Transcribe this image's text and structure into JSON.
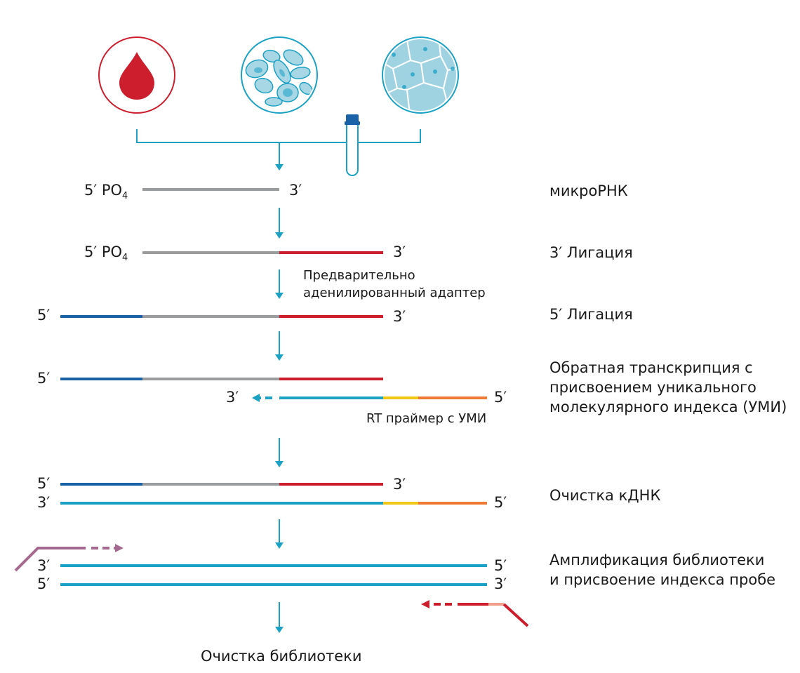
{
  "colors": {
    "mirna": "#9a9c9e",
    "adapter3": "#cc1e2d",
    "adapter5": "#1a62a8",
    "cdna": "#1aa1c4",
    "umi": "#f2c614",
    "rt_primer_end": "#ef7a33",
    "index_primer_fwd": "#a5688f",
    "index_primer_rev": "#cc1e2d",
    "index_primer_rev_tail": "#f0a08a",
    "arrow": "#1aa1c4",
    "sample_blood": "#cc1e2d",
    "sample_cells": "#1aa1c4",
    "text": "#1a1a1a"
  },
  "icons": {
    "sample_1": "blood-drop-icon",
    "sample_2": "blood-cells-icon",
    "sample_3": "tissue-cells-icon",
    "tube": "test-tube-icon"
  },
  "steps": {
    "mirna": "микроРНК",
    "ligation3": "3′ Лигация",
    "ligation5": "5′ Лигация",
    "rt_line1": "Обратная транскрипция с",
    "rt_line2": "присвоением уникального",
    "rt_line3": "молекулярного индекса (УМИ)",
    "cdna_cleanup": "Очистка кДНК",
    "amp_line1": "Амплификация библиотеки",
    "amp_line2": "и присвоение индекса пробе"
  },
  "labels": {
    "five_prime": "5′",
    "three_prime": "3′",
    "po": "PO",
    "po_sub": "4",
    "adapter_line1": "Предварительно",
    "adapter_line2": "аденилированный адаптер",
    "rt_primer": "RT праймер с УМИ",
    "final": "Очистка библиотеки"
  }
}
